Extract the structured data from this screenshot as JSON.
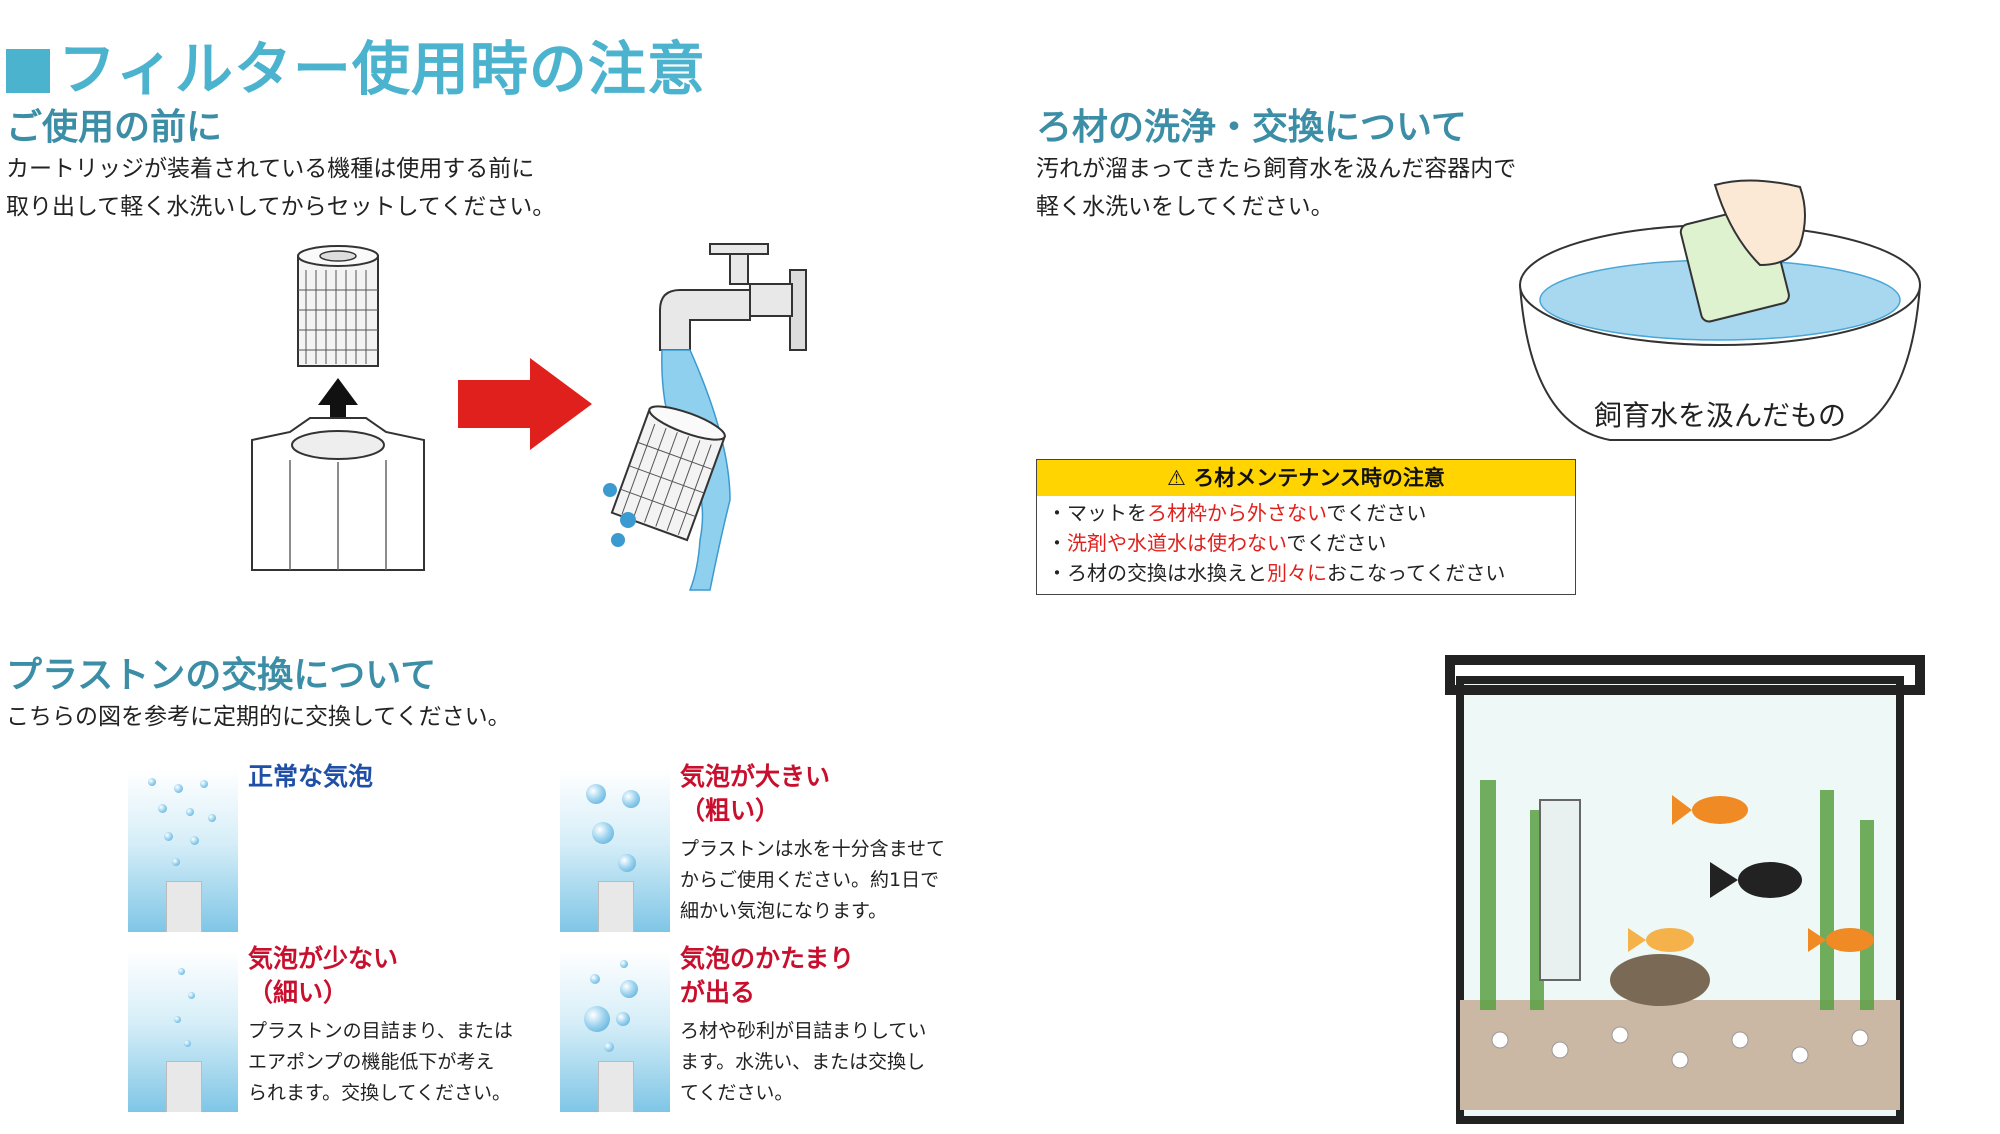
{
  "title": "フィルター使用時の注意",
  "sections": {
    "before_use": {
      "heading": "ご使用の前に",
      "line1": "カートリッジが装着されている機種は使用する前に",
      "line2": "取り出して軽く水洗いしてからセットしてください。"
    },
    "media_wash": {
      "heading": "ろ材の洗浄・交換について",
      "line1": "汚れが溜まってきたら飼育水を汲んだ容器内で",
      "line2": "軽く水洗いをしてください。",
      "basin_label": "飼育水を汲んだもの"
    },
    "caution": {
      "heading": "ろ材メンテナンス時の注意",
      "l1_pre": "・マットを",
      "l1_red": "ろ材枠から外さない",
      "l1_post": "でください",
      "l2_pre": "・",
      "l2_red": "洗剤や水道水は使わない",
      "l2_post": "でください",
      "l3_pre": "・ろ材の交換は水換えと",
      "l3_red": "別々に",
      "l3_post": "おこなってください"
    },
    "airstone": {
      "heading": "プラストンの交換について",
      "intro": "こちらの図を参考に定期的に交換してください。",
      "normal": {
        "title": "正常な気泡"
      },
      "large": {
        "title1": "気泡が大きい",
        "title2": "（粗い）",
        "desc1": "プラストンは水を十分含ませて",
        "desc2": "からご使用ください。約1日で",
        "desc3": "細かい気泡になります。"
      },
      "few": {
        "title1": "気泡が少ない",
        "title2": "（細い）",
        "desc1": "プラストンの目詰まり、または",
        "desc2": "エアポンプの機能低下が考え",
        "desc3": "られます。交換してください。"
      },
      "lump": {
        "title1": "気泡のかたまり",
        "title2": "が出る",
        "desc1": "ろ材や砂利が目詰まりしてい",
        "desc2": "ます。水洗い、または交換し",
        "desc3": "てください。"
      }
    }
  },
  "icons": [
    "warning-icon",
    "arrow-right-icon",
    "arrow-up-icon",
    "faucet-icon"
  ],
  "colors": {
    "title": "#4cb3cf",
    "heading": "#3b8ea6",
    "caution_bar": "#ffd400",
    "arrow": "#e0201c",
    "accent_red": "#c8102e",
    "accent_blue": "#1f4fa6"
  }
}
